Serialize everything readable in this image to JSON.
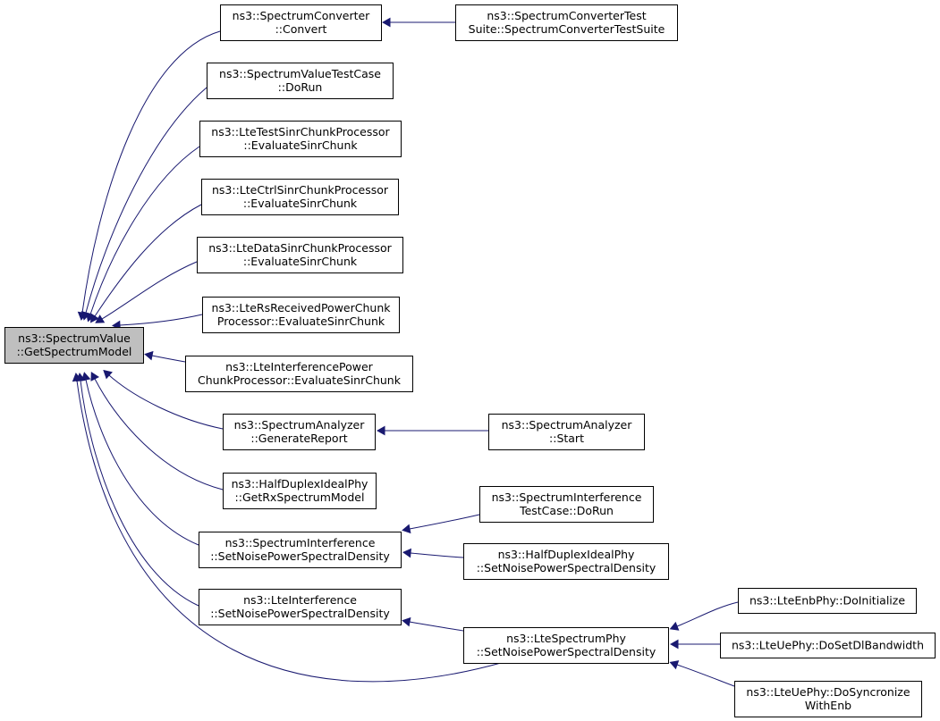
{
  "graph": {
    "edge_color": "#191970",
    "focus_fill": "#bfbfbf",
    "nodes": [
      {
        "id": "root",
        "lines": [
          "ns3::SpectrumValue",
          "::GetSpectrumModel"
        ],
        "focus": true
      },
      {
        "id": "convert",
        "lines": [
          "ns3::SpectrumConverter",
          "::Convert"
        ]
      },
      {
        "id": "convtest",
        "lines": [
          "ns3::SpectrumConverterTest",
          "Suite::SpectrumConverterTestSuite"
        ]
      },
      {
        "id": "valtest",
        "lines": [
          "ns3::SpectrumValueTestCase",
          "::DoRun"
        ]
      },
      {
        "id": "ltetest",
        "lines": [
          "ns3::LteTestSinrChunkProcessor",
          "::EvaluateSinrChunk"
        ]
      },
      {
        "id": "ltectrl",
        "lines": [
          "ns3::LteCtrlSinrChunkProcessor",
          "::EvaluateSinrChunk"
        ]
      },
      {
        "id": "ltedata",
        "lines": [
          "ns3::LteDataSinrChunkProcessor",
          "::EvaluateSinrChunk"
        ]
      },
      {
        "id": "lters",
        "lines": [
          "ns3::LteRsReceivedPowerChunk",
          "Processor::EvaluateSinrChunk"
        ]
      },
      {
        "id": "lteintpow",
        "lines": [
          "ns3::LteInterferencePower",
          "ChunkProcessor::EvaluateSinrChunk"
        ]
      },
      {
        "id": "analyzer",
        "lines": [
          "ns3::SpectrumAnalyzer",
          "::GenerateReport"
        ]
      },
      {
        "id": "analyzerstart",
        "lines": [
          "ns3::SpectrumAnalyzer",
          "::Start"
        ]
      },
      {
        "id": "halfduplex",
        "lines": [
          "ns3::HalfDuplexIdealPhy",
          "::GetRxSpectrumModel"
        ]
      },
      {
        "id": "specint",
        "lines": [
          "ns3::SpectrumInterference",
          "::SetNoisePowerSpectralDensity"
        ]
      },
      {
        "id": "specinttest",
        "lines": [
          "ns3::SpectrumInterference",
          "TestCase::DoRun"
        ]
      },
      {
        "id": "halfduplexnoise",
        "lines": [
          "ns3::HalfDuplexIdealPhy",
          "::SetNoisePowerSpectralDensity"
        ]
      },
      {
        "id": "lteint",
        "lines": [
          "ns3::LteInterference",
          "::SetNoisePowerSpectralDensity"
        ]
      },
      {
        "id": "ltespecphy",
        "lines": [
          "ns3::LteSpectrumPhy",
          "::SetNoisePowerSpectralDensity"
        ]
      },
      {
        "id": "enbinit",
        "lines": [
          "ns3::LteEnbPhy::DoInitialize"
        ]
      },
      {
        "id": "uedl",
        "lines": [
          "ns3::LteUePhy::DoSetDlBandwidth"
        ]
      },
      {
        "id": "uesync",
        "lines": [
          "ns3::LteUePhy::DoSyncronize",
          "WithEnb"
        ]
      }
    ],
    "edges": [
      {
        "from": "convert",
        "to": "root"
      },
      {
        "from": "valtest",
        "to": "root"
      },
      {
        "from": "ltetest",
        "to": "root"
      },
      {
        "from": "ltectrl",
        "to": "root"
      },
      {
        "from": "ltedata",
        "to": "root"
      },
      {
        "from": "lters",
        "to": "root"
      },
      {
        "from": "lteintpow",
        "to": "root"
      },
      {
        "from": "analyzer",
        "to": "root"
      },
      {
        "from": "halfduplex",
        "to": "root"
      },
      {
        "from": "specint",
        "to": "root"
      },
      {
        "from": "lteint",
        "to": "root"
      },
      {
        "from": "ltespecphy",
        "to": "root"
      },
      {
        "from": "convtest",
        "to": "convert"
      },
      {
        "from": "analyzerstart",
        "to": "analyzer"
      },
      {
        "from": "specinttest",
        "to": "specint"
      },
      {
        "from": "halfduplexnoise",
        "to": "specint"
      },
      {
        "from": "ltespecphy",
        "to": "lteint"
      },
      {
        "from": "enbinit",
        "to": "ltespecphy"
      },
      {
        "from": "uedl",
        "to": "ltespecphy"
      },
      {
        "from": "uesync",
        "to": "ltespecphy"
      }
    ]
  }
}
